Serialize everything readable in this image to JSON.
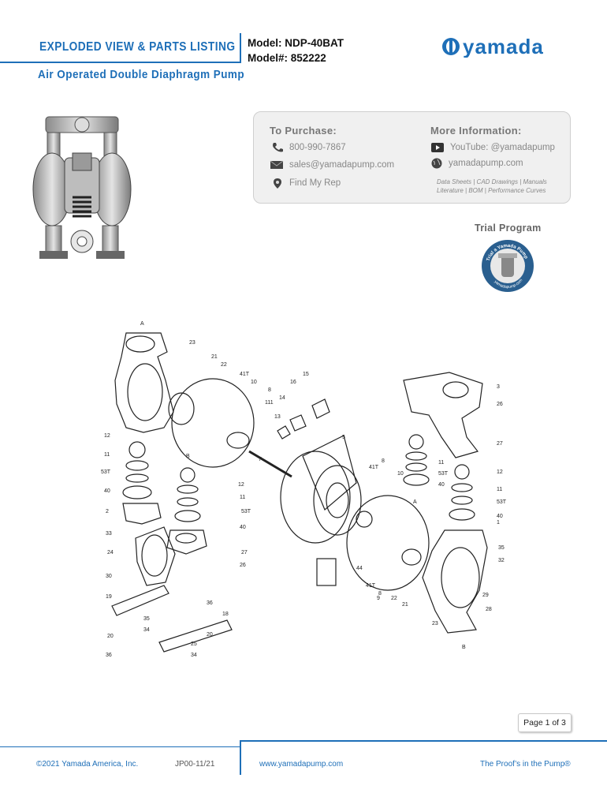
{
  "header": {
    "title": "EXPLODED VIEW & PARTS LISTING",
    "subtitle": "Air Operated Double Diaphragm Pump",
    "model_line": "Model: NDP-40BAT",
    "model_number_line": "Model#: 852222",
    "logo_text": "yamada"
  },
  "contact": {
    "purchase_heading": "To Purchase:",
    "phone": "800-990-7867",
    "email": "sales@yamadapump.com",
    "rep": "Find My Rep",
    "info_heading": "More Information:",
    "youtube": "YouTube: @yamadapump",
    "website": "yamadapump.com",
    "resources_line1": "Data Sheets | CAD Drawings | Manuals",
    "resources_line2": "Literature | BOM | Performance Curves"
  },
  "trial": {
    "label": "Trial Program",
    "badge_top": "Trial a Yamada Pump",
    "badge_bottom": "yamadapump.com"
  },
  "diagram": {
    "callouts": [
      "A",
      "23",
      "21",
      "22",
      "41T",
      "10",
      "8",
      "111",
      "12",
      "11",
      "53T",
      "40",
      "2",
      "33",
      "24",
      "30",
      "19",
      "35",
      "34",
      "20",
      "36",
      "B",
      "12",
      "11",
      "53T",
      "40",
      "27",
      "26",
      "36",
      "18",
      "20",
      "25",
      "34",
      "15",
      "16",
      "14",
      "13",
      "5",
      "7",
      "8",
      "41T",
      "10",
      "9",
      "11",
      "53T",
      "40",
      "A",
      "3",
      "26",
      "27",
      "12",
      "11",
      "53T",
      "40",
      "1",
      "35",
      "32",
      "29",
      "28",
      "44",
      "B",
      "41T",
      "8",
      "22",
      "21",
      "23"
    ]
  },
  "page": {
    "indicator": "Page 1 of 3"
  },
  "footer": {
    "copyright": "©2021 Yamada America, Inc.",
    "code": "JP00-11/21",
    "url": "www.yamadapump.com",
    "tagline": "The Proof’s in the Pump®"
  },
  "colors": {
    "brand_blue": "#1e6fb8",
    "card_bg": "#f0f0f0",
    "muted_text": "#888888"
  }
}
